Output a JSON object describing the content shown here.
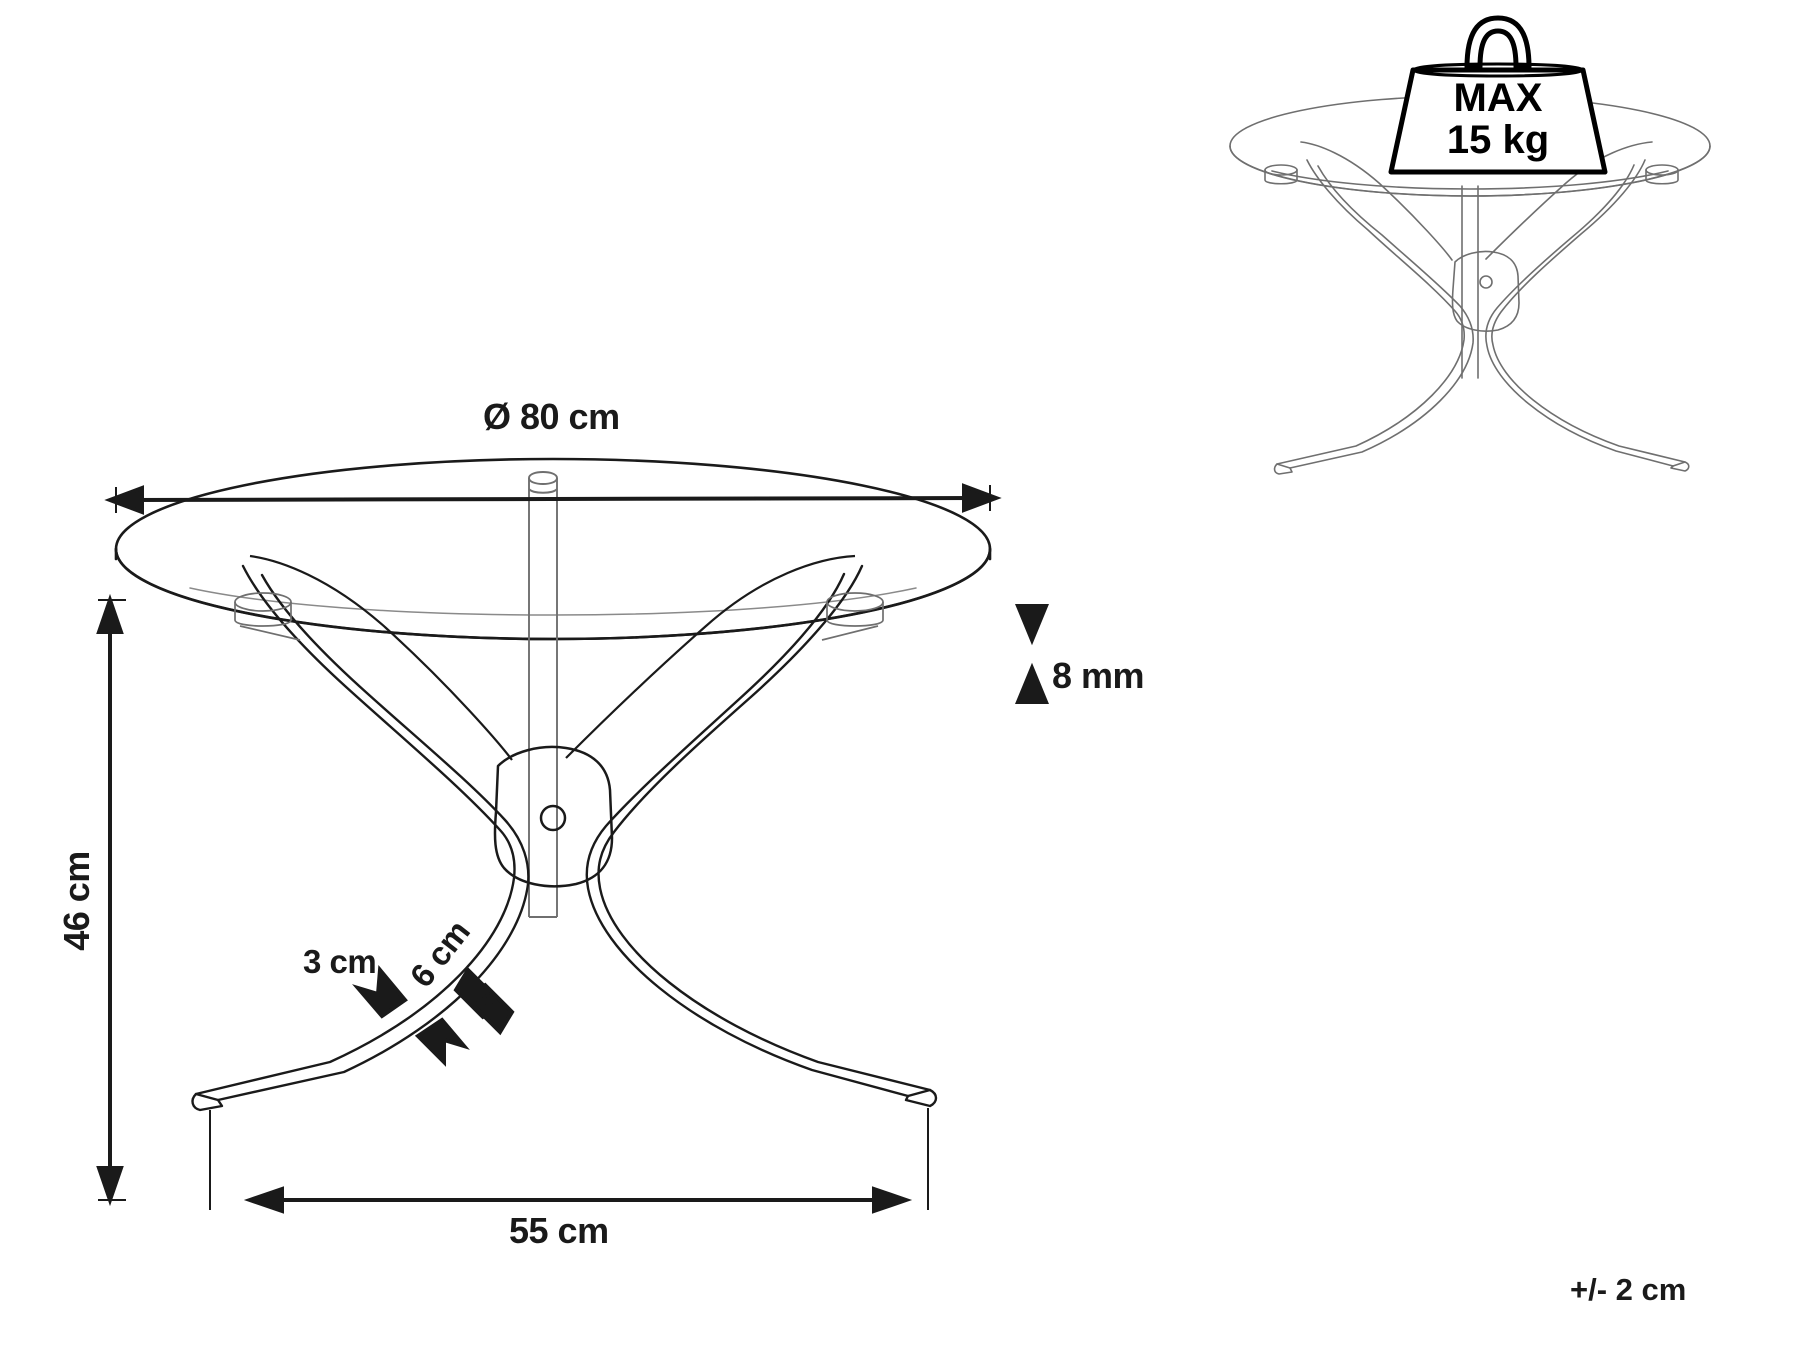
{
  "drawing": {
    "title": "Round glass coffee table technical dimension drawing",
    "product": "round-glass-coffee-table",
    "line_color": "#1a1a1a",
    "thin_line_color": "#8a8a8a",
    "background": "#ffffff"
  },
  "dimensions": {
    "diameter": {
      "label": "Ø 80 cm",
      "value": 80,
      "unit": "cm",
      "name": "tabletop-diameter"
    },
    "height": {
      "label": "46 cm",
      "value": 46,
      "unit": "cm",
      "name": "table-height"
    },
    "glass_thickness": {
      "label": "8 mm",
      "value": 8,
      "unit": "mm",
      "name": "glass-thickness"
    },
    "leg_width": {
      "label": "3 cm",
      "value": 3,
      "unit": "cm",
      "name": "leg-thickness"
    },
    "leg_depth": {
      "label": "6 cm",
      "value": 6,
      "unit": "cm",
      "name": "leg-width"
    },
    "base_span": {
      "label": "55 cm",
      "value": 55,
      "unit": "cm",
      "name": "base-footprint-span"
    }
  },
  "load": {
    "max_label": "MAX",
    "weight_label": "15 kg",
    "value": 15,
    "unit": "kg",
    "icon": "weight-block-icon"
  },
  "tolerance": {
    "label": "+/- 2 cm",
    "value": 2,
    "unit": "cm"
  }
}
